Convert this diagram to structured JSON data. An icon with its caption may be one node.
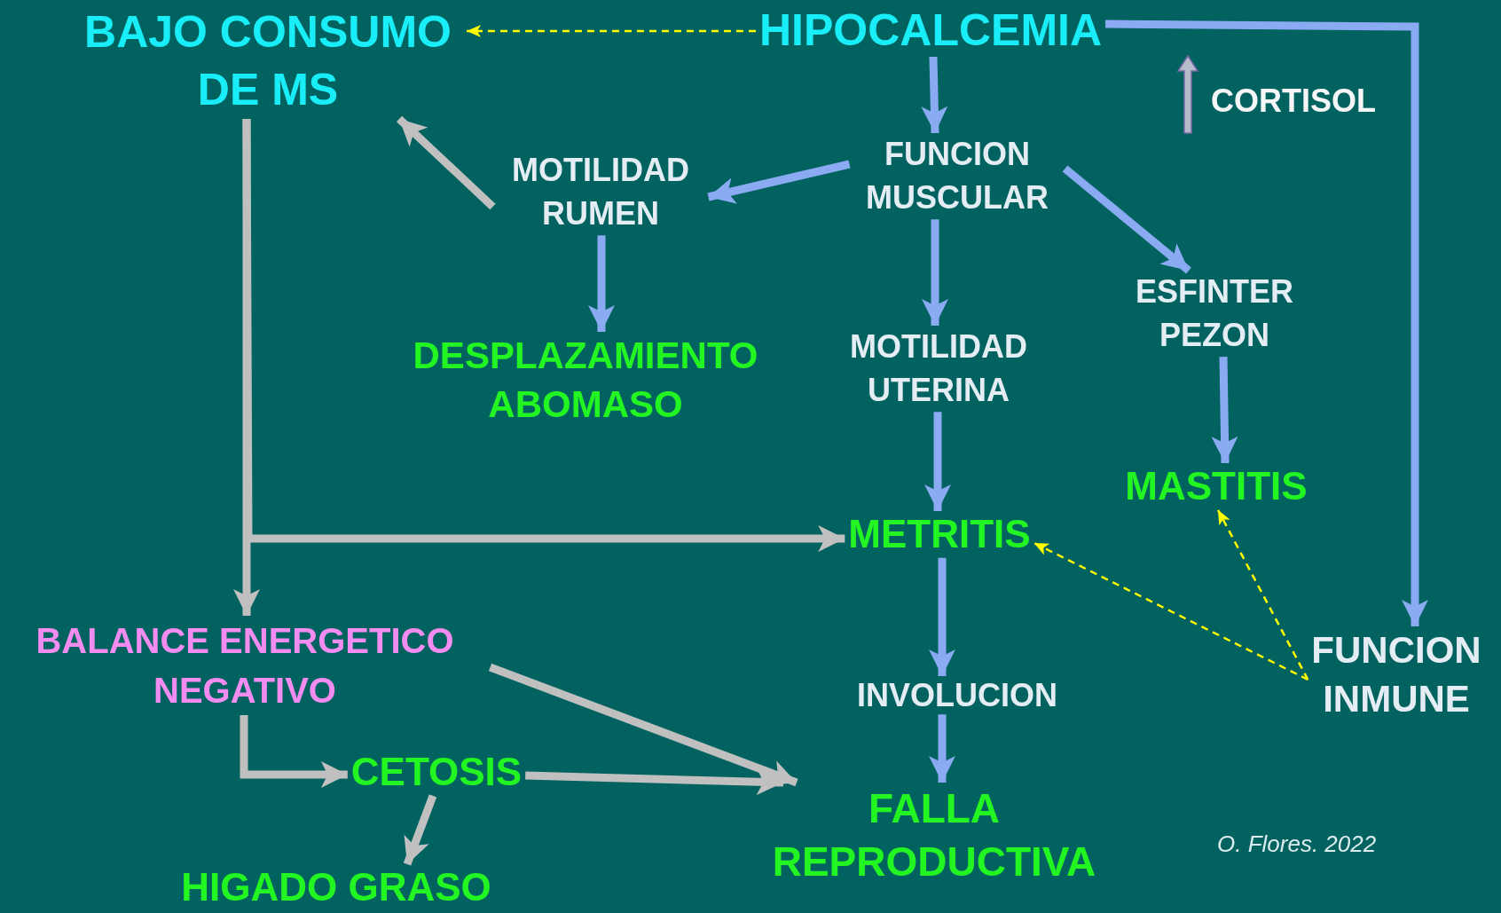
{
  "diagram": {
    "nodes": [
      {
        "text": [
          "BAJO CONSUMO DE MS"
        ]
      },
      {
        "text": [
          "HIPOCALCEMIA"
        ]
      },
      {
        "text": [
          "FUNCION MUSCULAR"
        ]
      },
      {
        "text": [
          "MOTILIDAD RUMEN"
        ]
      },
      {
        "text": [
          "ESFINTER PEZON"
        ]
      },
      {
        "text": [
          "DESPLAZAMIENTO ABOMASO"
        ]
      },
      {
        "text": [
          "MOTILIDAD UTERINA"
        ]
      },
      {
        "text": [
          "MASTITIS"
        ]
      },
      {
        "text": [
          "METRITIS"
        ]
      },
      {
        "text": [
          "FUNCION INMUNE"
        ]
      },
      {
        "text": [
          "BALANCE ENERGETICO NEGATIVO"
        ]
      },
      {
        "text": [
          "INVOLUCION"
        ]
      },
      {
        "text": [
          "CETOSIS"
        ]
      },
      {
        "text": [
          "FALLA REPRODUCTIVA"
        ]
      },
      {
        "text": [
          "HIGADO GRASO"
        ]
      }
    ],
    "edges": [
      {
        "from": 1,
        "to": 0,
        "arrow": "to",
        "style": "dashed",
        "color": "#ffff00"
      },
      {
        "from": 1,
        "to": 2,
        "arrow": "to"
      },
      {
        "from": 1,
        "to": 9,
        "arrow": "to"
      },
      {
        "from": 2,
        "to": 3,
        "arrow": "to"
      },
      {
        "from": 2,
        "to": 4,
        "arrow": "to"
      },
      {
        "from": 2,
        "to": 6,
        "arrow": "to"
      },
      {
        "from": 3,
        "to": 0,
        "arrow": "to",
        "color": "#c0c0c0"
      },
      {
        "from": 3,
        "to": 5,
        "arrow": "to"
      },
      {
        "from": 4,
        "to": 7,
        "arrow": "to"
      },
      {
        "from": 6,
        "to": 8,
        "arrow": "to"
      },
      {
        "from": 0,
        "to": 8,
        "arrow": "to",
        "color": "#c0c0c0"
      },
      {
        "from": 0,
        "to": 10,
        "arrow": "to",
        "color": "#c0c0c0"
      },
      {
        "from": 8,
        "to": 11,
        "arrow": "to"
      },
      {
        "from": 11,
        "to": 13,
        "arrow": "to"
      },
      {
        "from": 9,
        "to": 8,
        "arrow": "to",
        "style": "dashed",
        "color": "#ffff00"
      },
      {
        "from": 9,
        "to": 7,
        "arrow": "to",
        "style": "dashed",
        "color": "#ffff00"
      },
      {
        "from": 10,
        "to": 12,
        "arrow": "to",
        "color": "#c0c0c0"
      },
      {
        "from": 10,
        "to": 13,
        "arrow": "to",
        "color": "#c0c0c0"
      },
      {
        "from": 12,
        "to": 13,
        "arrow": "to",
        "color": "#c0c0c0"
      },
      {
        "from": 12,
        "to": 14,
        "arrow": "to",
        "color": "#c0c0c0"
      }
    ],
    "labels": [
      "CORTISOL",
      "O. Flores. 2022"
    ]
  }
}
